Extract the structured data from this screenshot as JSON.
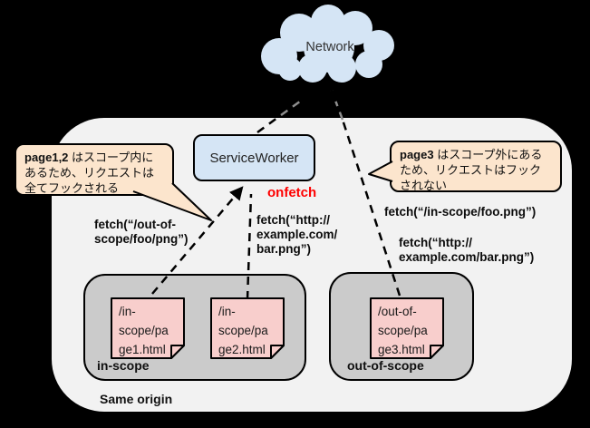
{
  "colors": {
    "background": "#000000",
    "origin_fill": "#f2f2f2",
    "scope_box_fill": "#cbcbcb",
    "note_fill": "#f8cecc",
    "callout_fill": "#fce5cd",
    "cloud_fill": "#d5e5f5",
    "service_worker_fill": "#d5e5f5",
    "onfetch_color": "#fe0000",
    "line_color": "#000000"
  },
  "cloud": {
    "label": "Network"
  },
  "service_worker": {
    "label": "ServiceWorker"
  },
  "onfetch_label": "onfetch",
  "callout_left": {
    "bold": "page1,2",
    "text": " はスコープ内に\nあるため、リクエストは\n全てフックされる"
  },
  "callout_right": {
    "bold": "page3",
    "text": " はスコープ外にある\nため、リクエストはフック\nされない"
  },
  "fetch_labels": {
    "left": "fetch(“/out-of-\nscope/foo/png”)",
    "middle": "fetch(“http://\nexample.com/\nbar.png”)",
    "right_top": "fetch(“/in-scope/foo.png”)",
    "right_bottom": "fetch(“http://\nexample.com/bar.png”)"
  },
  "groups": {
    "in_scope": {
      "label": "in-scope",
      "notes": [
        {
          "text": "/in-\nscope/pa\nge1.html"
        },
        {
          "text": "/in-\nscope/pa\nge2.html"
        }
      ]
    },
    "out_of_scope": {
      "label": "out-of-scope",
      "notes": [
        {
          "text": "/out-of-\nscope/pa\nge3.html"
        }
      ]
    }
  },
  "origin_label": "Same origin"
}
